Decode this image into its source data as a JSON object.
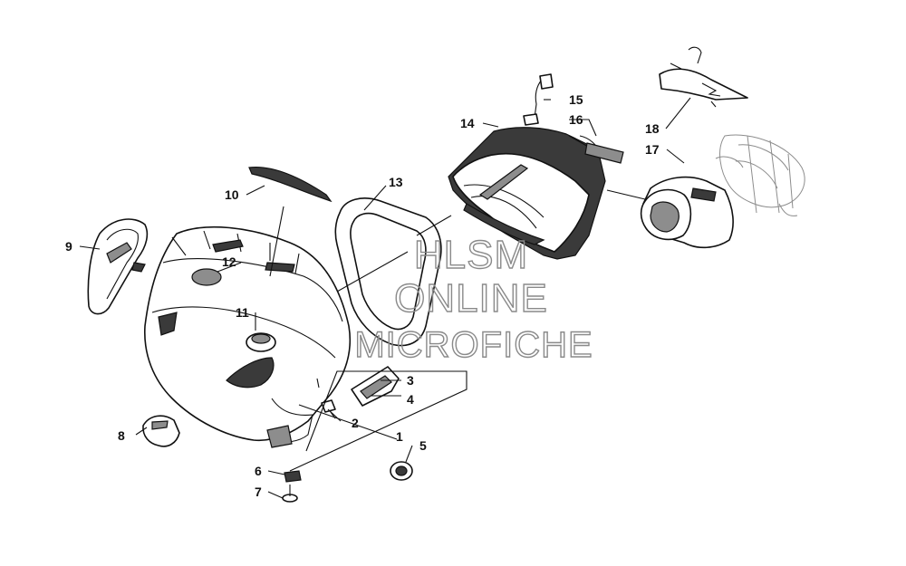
{
  "callouts": {
    "c1": "1",
    "c2": "2",
    "c3": "3",
    "c4": "4",
    "c5": "5",
    "c6": "6",
    "c7": "7",
    "c8": "8",
    "c9": "9",
    "c10": "10",
    "c11": "11",
    "c12": "12",
    "c13": "13",
    "c14": "14",
    "c15": "15",
    "c16": "16",
    "c17": "17",
    "c18": "18"
  },
  "watermark": {
    "line1": "HLSM",
    "line2": "ONLINE",
    "line3": "MICROFICHE"
  }
}
